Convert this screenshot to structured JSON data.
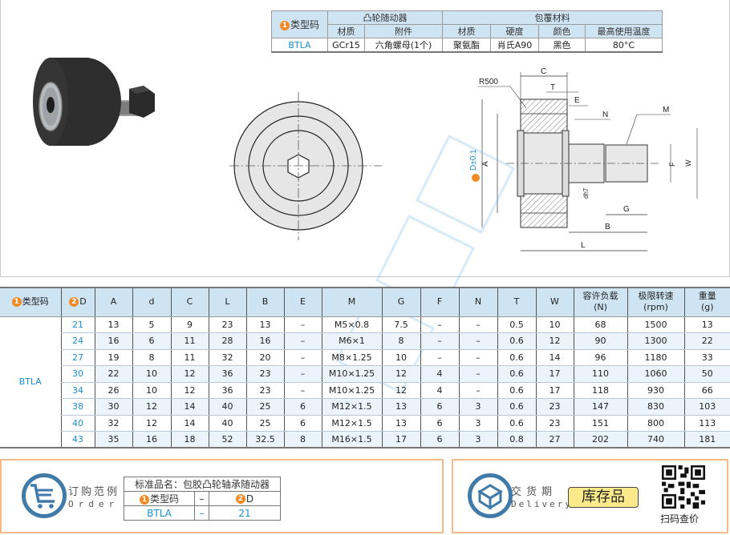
{
  "spec_table": {
    "type_header": "类型码",
    "type_badge": "1",
    "group1": "凸轮随动器",
    "group2": "包覆材料",
    "subheaders": [
      "材质",
      "附件",
      "材质",
      "硬度",
      "颜色",
      "最高使用温度"
    ],
    "row": {
      "type": "BTLA",
      "cells": [
        "GCr15",
        "六角螺母(1个)",
        "聚氨酯",
        "肖氏A90",
        "黑色",
        "80°C"
      ]
    }
  },
  "drawing": {
    "labels": {
      "C": "C",
      "T": "T",
      "E": "E",
      "N": "N",
      "M": "M",
      "R500": "R500",
      "A": "A",
      "D_tol": "D±0.1",
      "D_badge": "2",
      "F": "F",
      "W": "W",
      "dh7": "dh7",
      "G": "G",
      "B": "B",
      "L": "L"
    }
  },
  "main_table": {
    "headers": [
      {
        "label": "类型码",
        "badge": "1"
      },
      {
        "label": "D",
        "badge": "2"
      },
      {
        "label": "A"
      },
      {
        "label": "d"
      },
      {
        "label": "C"
      },
      {
        "label": "L"
      },
      {
        "label": "B"
      },
      {
        "label": "E"
      },
      {
        "label": "M"
      },
      {
        "label": "G"
      },
      {
        "label": "F"
      },
      {
        "label": "N"
      },
      {
        "label": "T"
      },
      {
        "label": "W"
      },
      {
        "label": "容许负载",
        "unit": "(N)"
      },
      {
        "label": "极限转速",
        "unit": "(rpm)"
      },
      {
        "label": "重量",
        "unit": "(g)"
      }
    ],
    "type_value": "BTLA",
    "rows": [
      [
        "21",
        "13",
        "5",
        "9",
        "23",
        "13",
        "–",
        "M5×0.8",
        "7.5",
        "–",
        "–",
        "0.5",
        "10",
        "68",
        "1500",
        "13"
      ],
      [
        "24",
        "16",
        "6",
        "11",
        "28",
        "16",
        "–",
        "M6×1",
        "8",
        "–",
        "–",
        "0.6",
        "12",
        "90",
        "1300",
        "22"
      ],
      [
        "27",
        "19",
        "8",
        "11",
        "32",
        "20",
        "–",
        "M8×1.25",
        "10",
        "–",
        "–",
        "0.6",
        "14",
        "96",
        "1180",
        "33"
      ],
      [
        "30",
        "22",
        "10",
        "12",
        "36",
        "23",
        "–",
        "M10×1.25",
        "12",
        "4",
        "–",
        "0.6",
        "17",
        "110",
        "1060",
        "50"
      ],
      [
        "34",
        "26",
        "10",
        "12",
        "36",
        "23",
        "–",
        "M10×1.25",
        "12",
        "4",
        "–",
        "0.6",
        "17",
        "118",
        "930",
        "66"
      ],
      [
        "38",
        "30",
        "12",
        "14",
        "40",
        "25",
        "6",
        "M12×1.5",
        "13",
        "6",
        "3",
        "0.6",
        "23",
        "147",
        "830",
        "103"
      ],
      [
        "40",
        "32",
        "12",
        "14",
        "40",
        "25",
        "6",
        "M12×1.5",
        "13",
        "6",
        "3",
        "0.6",
        "23",
        "151",
        "800",
        "113"
      ],
      [
        "43",
        "35",
        "16",
        "18",
        "52",
        "32.5",
        "8",
        "M16×1.5",
        "17",
        "6",
        "3",
        "0.8",
        "27",
        "202",
        "740",
        "181"
      ]
    ]
  },
  "order": {
    "title": "订购范例",
    "subtitle": "Order",
    "icon": "cart-icon",
    "std_name": "标准品名：包胶凸轮轴承随动器",
    "col1_badge": "1",
    "col1_label": "类型码",
    "dash": "–",
    "col2_badge": "2",
    "col2_label": "D",
    "example_type": "BTLA",
    "example_d": "21"
  },
  "delivery": {
    "title": "交货期",
    "subtitle": "Delivery",
    "icon": "box-icon",
    "stock_label": "库存品",
    "qr_label": "扫码查价"
  },
  "colors": {
    "header_bg": "#cfe4f3",
    "accent_blue": "#1a8fd0",
    "badge_orange": "#f08a24",
    "panel_border": "#f5b98a",
    "stock_bg": "#fbe98a"
  }
}
